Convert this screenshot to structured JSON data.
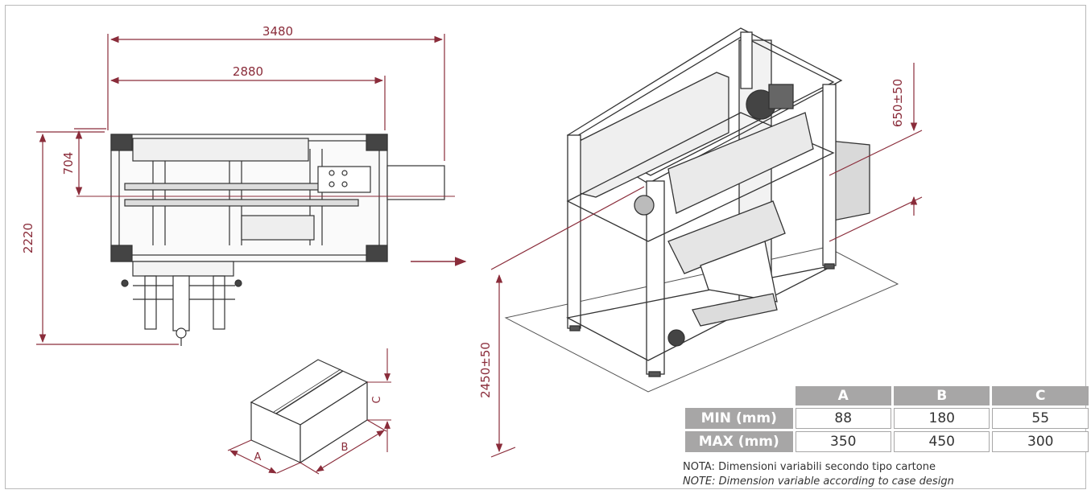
{
  "dimensions": {
    "width_total": "3480",
    "width_frame": "2880",
    "depth_offset": "704",
    "depth_total": "2220",
    "top_clearance": "650±50",
    "working_height": "2450±50"
  },
  "case_labels": {
    "a": "A",
    "b": "B",
    "c": "C"
  },
  "spec_table": {
    "columns": [
      "A",
      "B",
      "C"
    ],
    "rows": [
      {
        "label": "MIN (mm)",
        "values": [
          "88",
          "180",
          "55"
        ]
      },
      {
        "label": "MAX (mm)",
        "values": [
          "350",
          "450",
          "300"
        ]
      }
    ]
  },
  "notes": {
    "italian": "NOTA: Dimensioni variabili secondo tipo cartone",
    "english": "NOTE: Dimension variable according to case design"
  },
  "colors": {
    "dimension_line": "#8a2c3a",
    "table_header": "#a7a6a6",
    "drawing": "#333333"
  }
}
